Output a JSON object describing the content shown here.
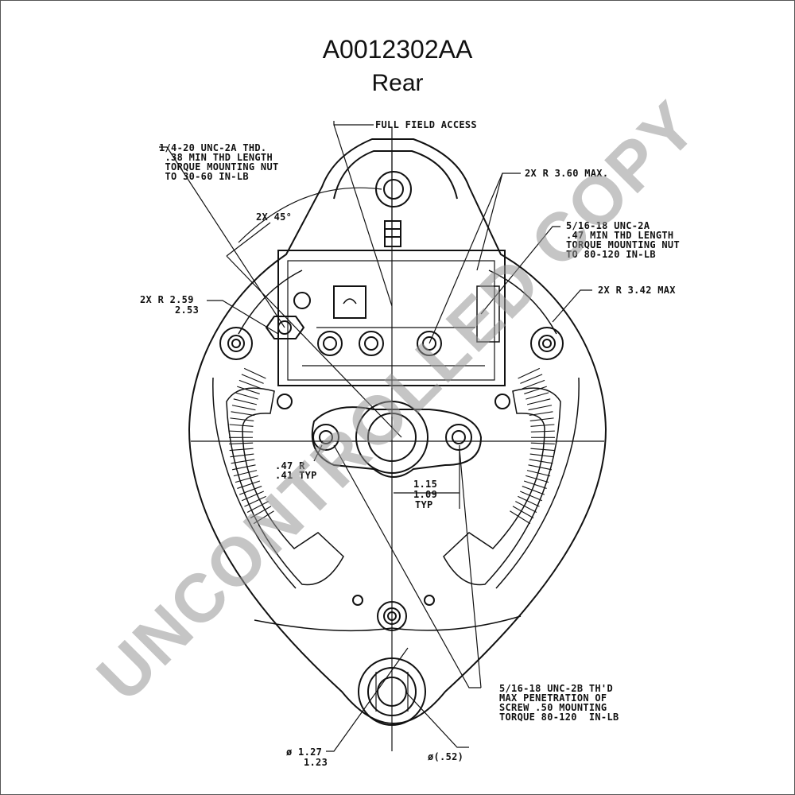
{
  "title": "A0012302AA",
  "subtitle": "Rear",
  "callouts": {
    "full_field_access": "FULL FIELD ACCESS",
    "stud_note": "1/4-20 UNC-2A THD.\n .38 MIN THD LENGTH\n TORQUE MOUNTING NUT\n TO 30-60 IN-LB",
    "angle": "2X 45°",
    "radius_top": "2X R 3.60 MAX.",
    "stud_note_right": "5/16-18 UNC-2A\n.47 MIN THD LENGTH\nTORQUE MOUNTING NUT\nTO 80-120 IN-LB",
    "radius_right": "2X R 3.42 MAX",
    "radius_left_1": "2X R 2.59",
    "radius_left_2": "2.53",
    "hole_radius": ".47 R\n.41 TYP",
    "spacing_1": "1.15",
    "spacing_2": "1.09",
    "spacing_typ": "TYP",
    "thread_note": "5/16-18 UNC-2B TH'D\nMAX PENETRATION OF\nSCREW .50 MOUNTING\nTORQUE 80-120  IN-LB",
    "diameter_1": "ø 1.27",
    "diameter_2": "1.23",
    "diameter_small": "ø(.52)"
  },
  "watermark": "UNCONTROLLED COPY"
}
